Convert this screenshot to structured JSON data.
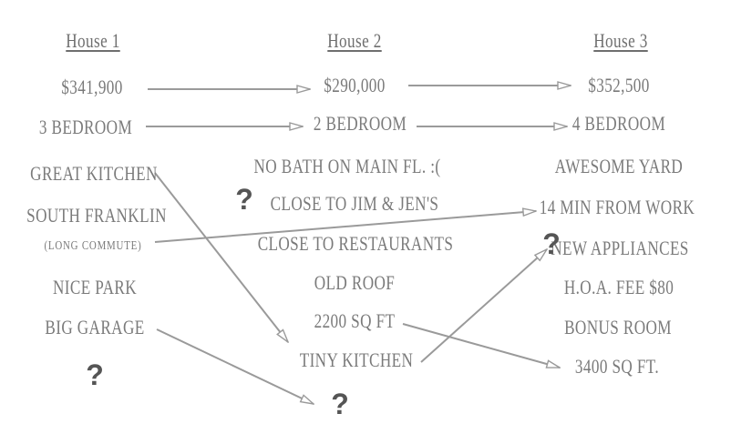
{
  "columns": [
    {
      "header": "House 1",
      "items": [
        "$341,900",
        "3 BEDROOM",
        "GREAT KITCHEN",
        "SOUTH FRANKLIN",
        "(LONG COMMUTE)",
        "NICE PARK",
        "BIG GARAGE"
      ],
      "question": "?"
    },
    {
      "header": "House 2",
      "items": [
        "$290,000",
        "2 BEDROOM",
        "NO BATH ON MAIN FL. :(",
        "CLOSE TO JIM & JEN'S",
        "CLOSE TO RESTAURANTS",
        "OLD ROOF",
        "2200 SQ FT",
        "TINY KITCHEN"
      ],
      "question_left": "?",
      "question_bottom": "?"
    },
    {
      "header": "House 3",
      "items": [
        "$352,500",
        "4 BEDROOM",
        "AWESOME YARD",
        "14 MIN FROM WORK",
        "NEW APPLIANCES",
        "H.O.A. FEE $80",
        "BONUS ROOM",
        "3400 SQ FT."
      ],
      "question": "?"
    }
  ],
  "colors": {
    "text": "#7a7a7a",
    "arrow": "#9a9a9a",
    "question": "#555555"
  }
}
